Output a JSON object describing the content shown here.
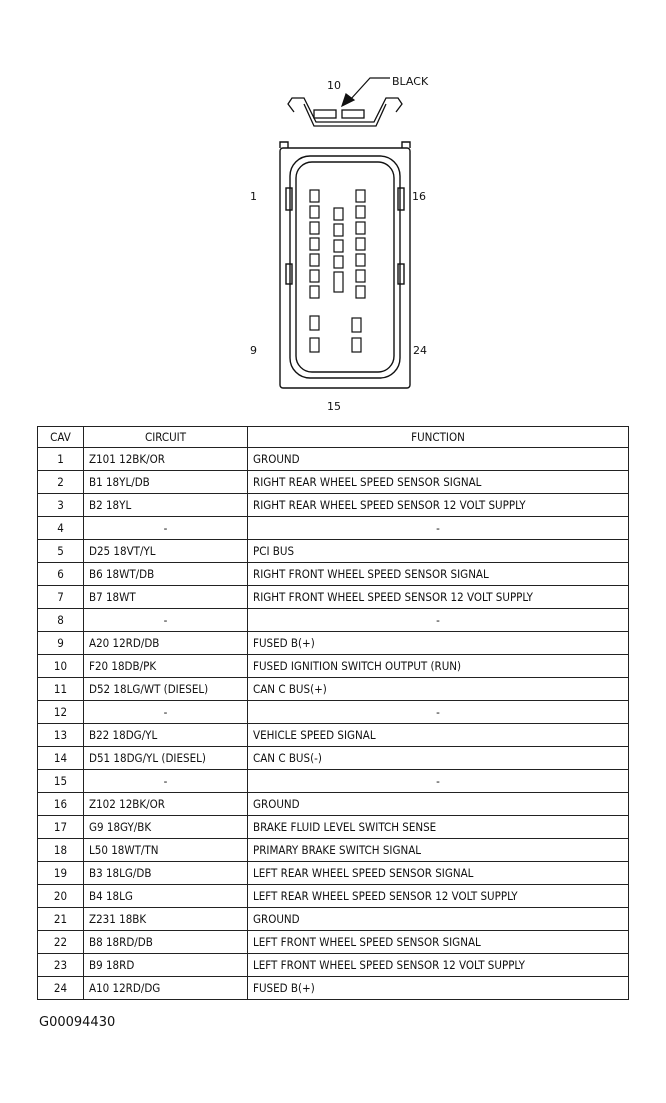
{
  "connector": {
    "callout_cavity": "10",
    "color_label": "BLACK",
    "corner_labels": {
      "top_left": "1",
      "top_right": "16",
      "bottom_left": "9",
      "bottom_right": "24",
      "bottom_center": "15"
    }
  },
  "table": {
    "headers": [
      "CAV",
      "CIRCUIT",
      "FUNCTION"
    ],
    "rows": [
      {
        "cav": "1",
        "circuit": "Z101 12BK/OR",
        "function": "GROUND"
      },
      {
        "cav": "2",
        "circuit": "B1 18YL/DB",
        "function": "RIGHT REAR WHEEL SPEED SENSOR SIGNAL"
      },
      {
        "cav": "3",
        "circuit": "B2 18YL",
        "function": "RIGHT REAR WHEEL SPEED SENSOR 12 VOLT SUPPLY"
      },
      {
        "cav": "4",
        "circuit": "-",
        "function": "-"
      },
      {
        "cav": "5",
        "circuit": "D25 18VT/YL",
        "function": "PCI BUS"
      },
      {
        "cav": "6",
        "circuit": "B6 18WT/DB",
        "function": "RIGHT FRONT WHEEL SPEED SENSOR SIGNAL"
      },
      {
        "cav": "7",
        "circuit": "B7 18WT",
        "function": "RIGHT FRONT WHEEL SPEED SENSOR 12 VOLT SUPPLY"
      },
      {
        "cav": "8",
        "circuit": "-",
        "function": "-"
      },
      {
        "cav": "9",
        "circuit": "A20 12RD/DB",
        "function": "FUSED B(+)"
      },
      {
        "cav": "10",
        "circuit": "F20 18DB/PK",
        "function": "FUSED IGNITION SWITCH OUTPUT (RUN)"
      },
      {
        "cav": "11",
        "circuit": "D52 18LG/WT (DIESEL)",
        "function": "CAN C BUS(+)"
      },
      {
        "cav": "12",
        "circuit": "-",
        "function": "-"
      },
      {
        "cav": "13",
        "circuit": "B22 18DG/YL",
        "function": "VEHICLE SPEED SIGNAL"
      },
      {
        "cav": "14",
        "circuit": "D51 18DG/YL (DIESEL)",
        "function": "CAN C BUS(-)"
      },
      {
        "cav": "15",
        "circuit": "-",
        "function": "-"
      },
      {
        "cav": "16",
        "circuit": "Z102 12BK/OR",
        "function": "GROUND"
      },
      {
        "cav": "17",
        "circuit": "G9 18GY/BK",
        "function": "BRAKE FLUID LEVEL SWITCH SENSE"
      },
      {
        "cav": "18",
        "circuit": "L50 18WT/TN",
        "function": "PRIMARY BRAKE SWITCH SIGNAL"
      },
      {
        "cav": "19",
        "circuit": "B3 18LG/DB",
        "function": "LEFT REAR WHEEL SPEED SENSOR SIGNAL"
      },
      {
        "cav": "20",
        "circuit": "B4 18LG",
        "function": "LEFT REAR WHEEL SPEED SENSOR 12 VOLT SUPPLY"
      },
      {
        "cav": "21",
        "circuit": "Z231 18BK",
        "function": "GROUND"
      },
      {
        "cav": "22",
        "circuit": "B8 18RD/DB",
        "function": "LEFT FRONT WHEEL SPEED SENSOR SIGNAL"
      },
      {
        "cav": "23",
        "circuit": "B9 18RD",
        "function": "LEFT FRONT WHEEL SPEED SENSOR 12 VOLT SUPPLY"
      },
      {
        "cav": "24",
        "circuit": "A10 12RD/DG",
        "function": "FUSED B(+)"
      }
    ]
  },
  "figure_id": "G00094430"
}
